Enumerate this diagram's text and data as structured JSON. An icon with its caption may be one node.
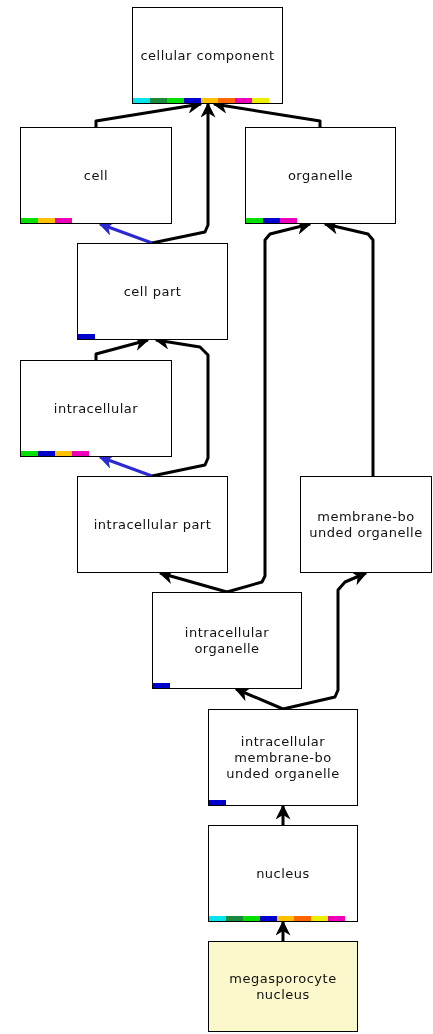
{
  "diagram": {
    "nodes": [
      {
        "text": [
          "cellular component"
        ]
      },
      {
        "text": [
          "cell"
        ]
      },
      {
        "text": [
          "organelle"
        ]
      },
      {
        "text": [
          "cell part"
        ]
      },
      {
        "text": [
          "intracellular"
        ]
      },
      {
        "text": [
          "intracellular part"
        ]
      },
      {
        "text": [
          "membrane-bo unded organelle"
        ]
      },
      {
        "text": [
          "intracellular organelle"
        ]
      },
      {
        "text": [
          "intracellular membrane-bo unded organelle"
        ]
      },
      {
        "text": [
          "nucleus"
        ]
      },
      {
        "text": [
          "megasporocyte nucleus"
        ]
      }
    ],
    "edges": [
      {
        "from": 1,
        "to": 0,
        "arrow": "to"
      },
      {
        "from": 3,
        "to": 0,
        "arrow": "to"
      },
      {
        "from": 2,
        "to": 0,
        "arrow": "to"
      },
      {
        "from": 3,
        "to": 1,
        "arrow": "to",
        "color": "#2a2ad0"
      },
      {
        "from": 4,
        "to": 3,
        "arrow": "to"
      },
      {
        "from": 5,
        "to": 3,
        "arrow": "to"
      },
      {
        "from": 5,
        "to": 4,
        "arrow": "to",
        "color": "#2a2ad0"
      },
      {
        "from": 7,
        "to": 5,
        "arrow": "to"
      },
      {
        "from": 7,
        "to": 2,
        "arrow": "to"
      },
      {
        "from": 6,
        "to": 2,
        "arrow": "to"
      },
      {
        "from": 8,
        "to": 7,
        "arrow": "to"
      },
      {
        "from": 8,
        "to": 6,
        "arrow": "to"
      },
      {
        "from": 9,
        "to": 8,
        "arrow": "to"
      },
      {
        "from": 10,
        "to": 9,
        "arrow": "to"
      }
    ]
  }
}
